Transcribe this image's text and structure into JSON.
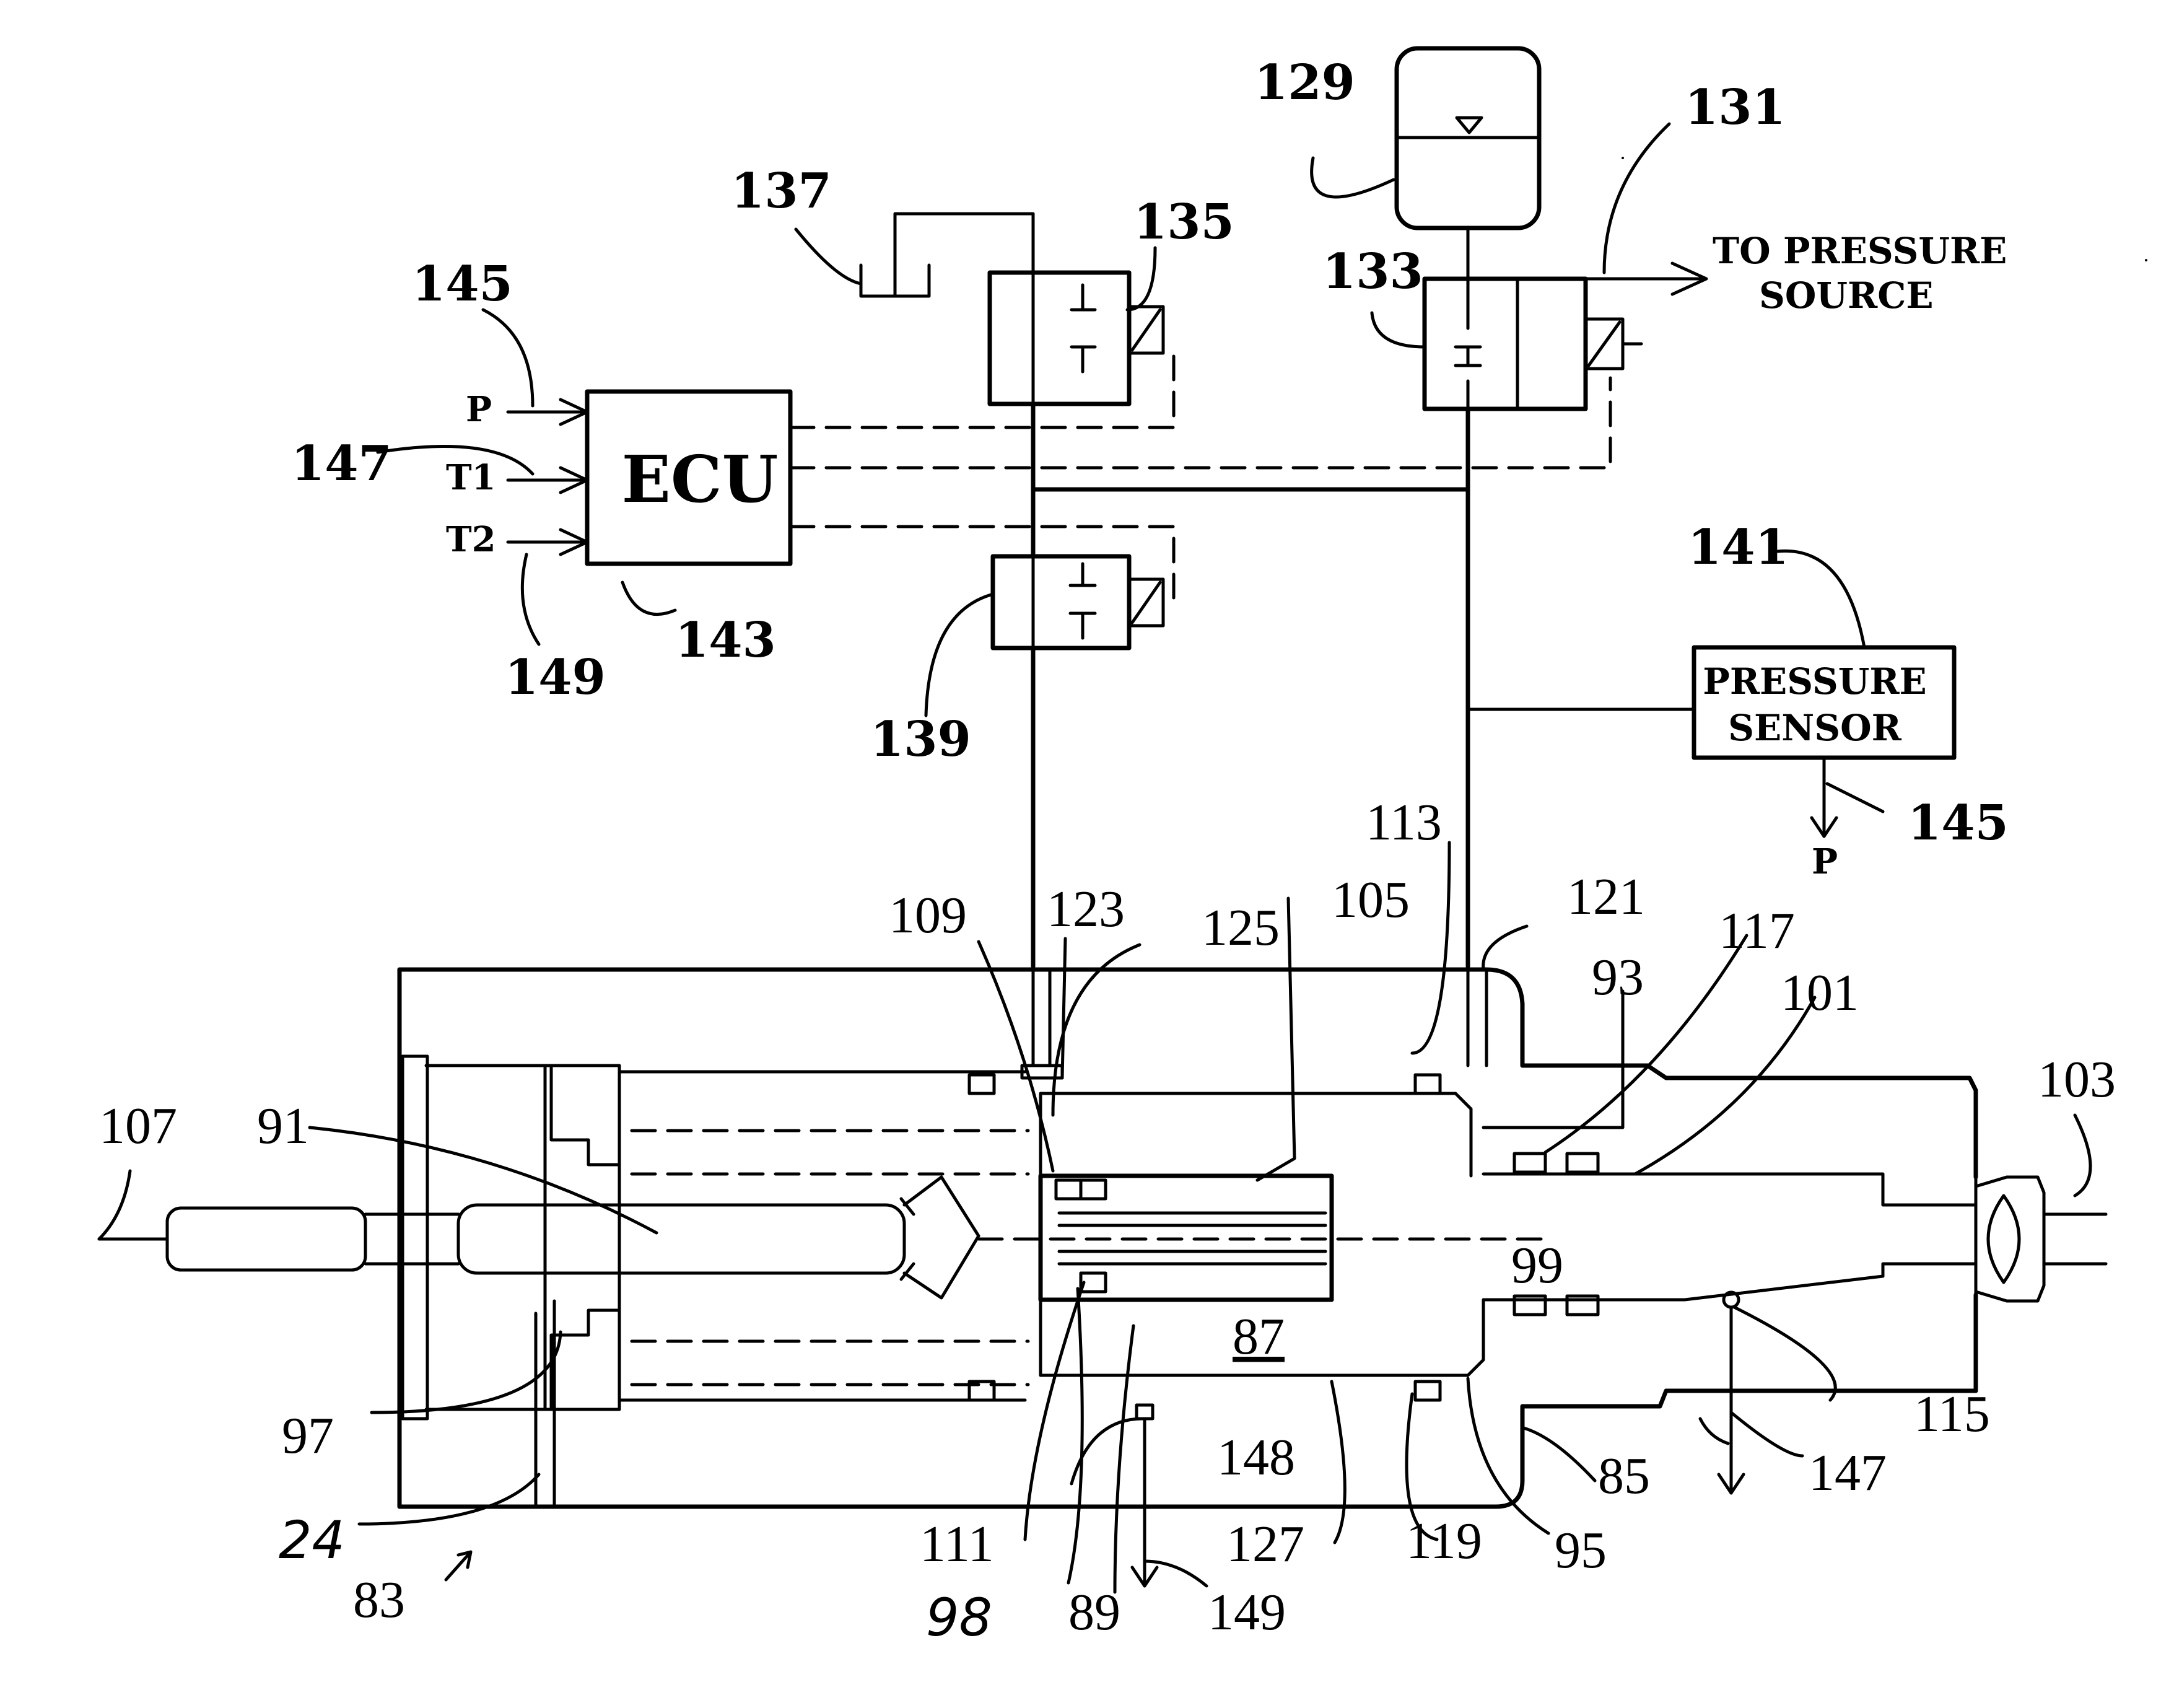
{
  "blocks": {
    "ecu": "ECU",
    "pressure_sensor": [
      "PRESSURE",
      "SENSOR"
    ],
    "pressure_source": [
      "TO PRESSURE",
      "SOURCE"
    ]
  },
  "ecu_inputs": {
    "p": "P",
    "t1": "T1",
    "t2": "T2"
  },
  "sensor_output": "P",
  "refs": {
    "r129": "129",
    "r131": "131",
    "r133": "133",
    "r135": "135",
    "r137": "137",
    "r139": "139",
    "r141": "141",
    "r143": "143",
    "r145a": "145",
    "r145b": "145",
    "r147a": "147",
    "r149a": "149",
    "r113": "113",
    "r109": "109",
    "r123": "123",
    "r125": "125",
    "r105": "105",
    "r121": "121",
    "r117": "117",
    "r93": "93",
    "r101": "101",
    "r103": "103",
    "r107": "107",
    "r91": "91",
    "r99": "99",
    "r87": "87",
    "r97": "97",
    "r115": "115",
    "r148": "148",
    "r85": "85",
    "r147b": "147",
    "r24": "24",
    "r83": "83",
    "r111": "111",
    "r127": "127",
    "r119": "119",
    "r95": "95",
    "r98": "98",
    "r89": "89",
    "r149b": "149"
  }
}
